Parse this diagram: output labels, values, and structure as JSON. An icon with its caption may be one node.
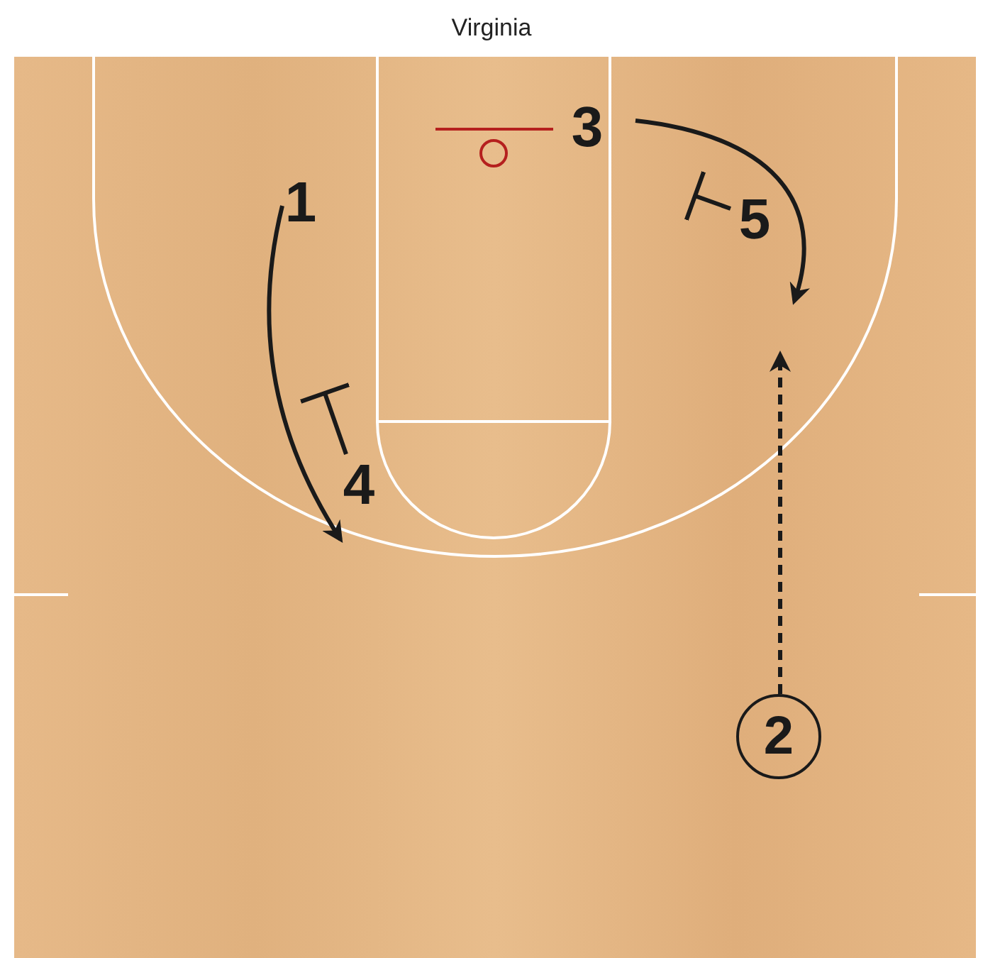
{
  "diagram": {
    "title": "Virginia",
    "nodes": [
      {
        "text": [
          "1"
        ]
      },
      {
        "text": [
          "3"
        ]
      },
      {
        "text": [
          "5"
        ]
      },
      {
        "text": [
          "4"
        ]
      },
      {
        "text": [
          "2"
        ]
      }
    ],
    "edges": [
      {
        "from": 0,
        "to": 3,
        "arrow": "to"
      },
      {
        "from": 1,
        "to": null,
        "arrow": "to"
      },
      {
        "from": 4,
        "to": null,
        "arrow": "to",
        "style": "dashed"
      },
      {
        "from": 3,
        "to": null,
        "arrow": "other"
      },
      {
        "from": 2,
        "to": null,
        "arrow": "other"
      }
    ]
  }
}
